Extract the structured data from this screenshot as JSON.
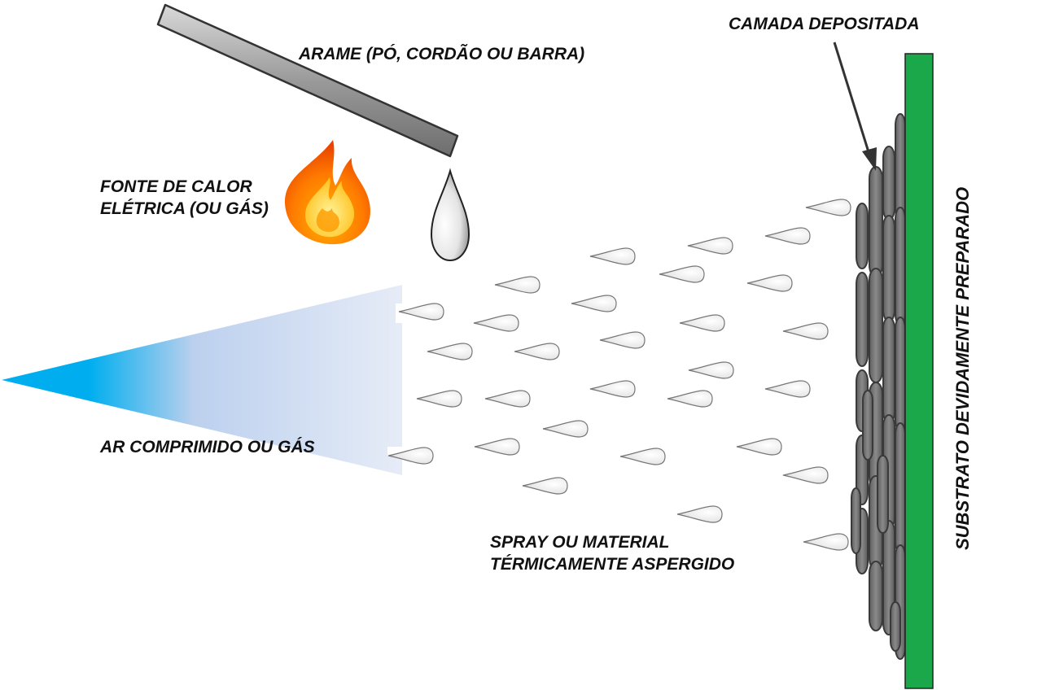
{
  "labels": {
    "wire": "ARAME (PÓ, CORDÃO OU BARRA)",
    "heat_line1": "FONTE DE CALOR",
    "heat_line2": "ELÉTRICA (OU GÁS)",
    "air": "AR COMPRIMIDO OU GÁS",
    "spray_line1": "SPRAY OU MATERIAL",
    "spray_line2": "TÉRMICAMENTE ASPERGIDO",
    "layer": "CAMADA DEPOSITADA",
    "substrate": "SUBSTRATO DEVIDAMENTE PREPARADO"
  },
  "colors": {
    "substrate": "#1aa84a",
    "splat": "#6e6e6e",
    "jet": "#00aeef",
    "rod": "#8c8c8c"
  },
  "icons": {
    "heat": "flame-icon",
    "molten": "droplet-icon"
  }
}
